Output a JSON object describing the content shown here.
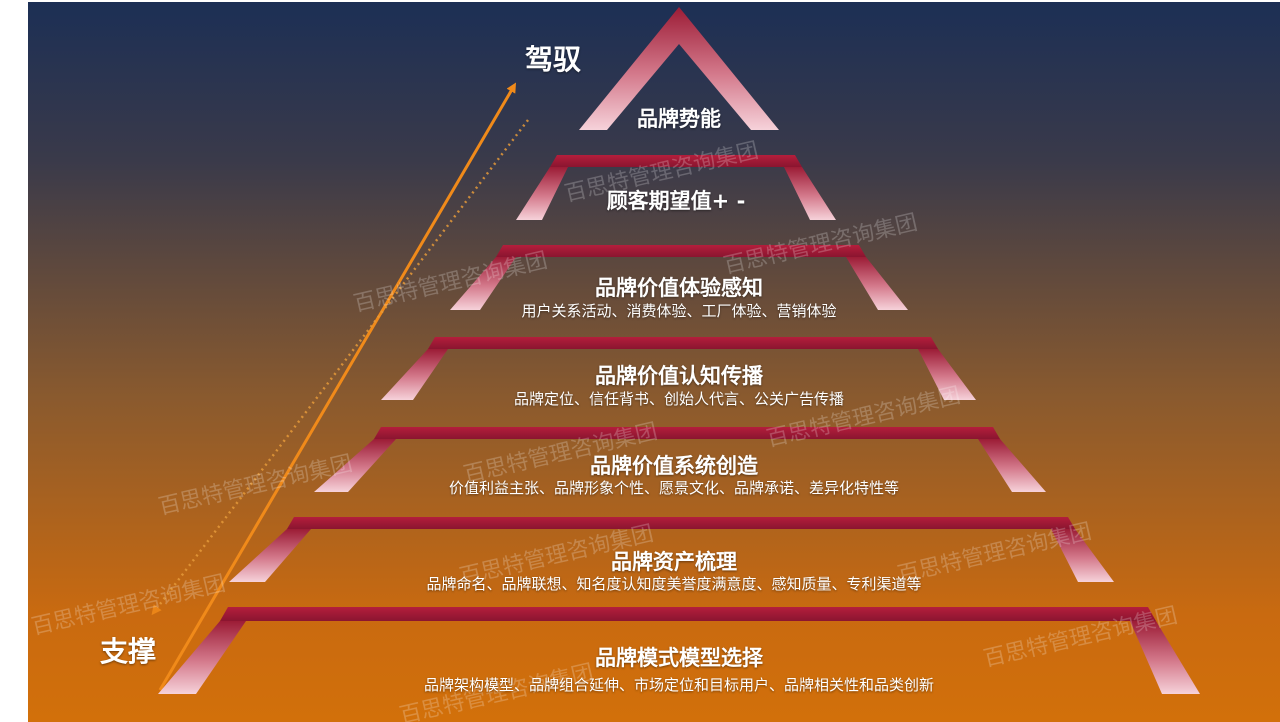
{
  "top_label": "驾驭",
  "bottom_label": "支撑",
  "levels": [
    {
      "title": "品牌势能",
      "subtitle": ""
    },
    {
      "title": "顾客期望值+ -",
      "subtitle": ""
    },
    {
      "title": "品牌价值体验感知",
      "subtitle": "用户关系活动、消费体验、工厂体验、营销体验"
    },
    {
      "title": "品牌价值认知传播",
      "subtitle": "品牌定位、信任背书、创始人代言、公关广告传播"
    },
    {
      "title": "品牌价值系统创造",
      "subtitle": "价值利益主张、品牌形象个性、愿景文化、品牌承诺、差异化特性等"
    },
    {
      "title": "品牌资产梳理",
      "subtitle": "品牌命名、品牌联想、知名度认知度美誉度满意度、感知质量、专利渠道等"
    },
    {
      "title": "品牌模式模型选择",
      "subtitle": "品牌架构模型、品牌组合延伸、市场定位和目标用户、品牌相关性和品类创新"
    }
  ],
  "watermark": "百思特管理咨询集团",
  "colors": {
    "background_top": "#1c2f55",
    "background_bottom": "#d2700a",
    "band_dark": "#9c1c36",
    "band_light": "#f4c7cf",
    "arrow": "#f08a1a"
  }
}
